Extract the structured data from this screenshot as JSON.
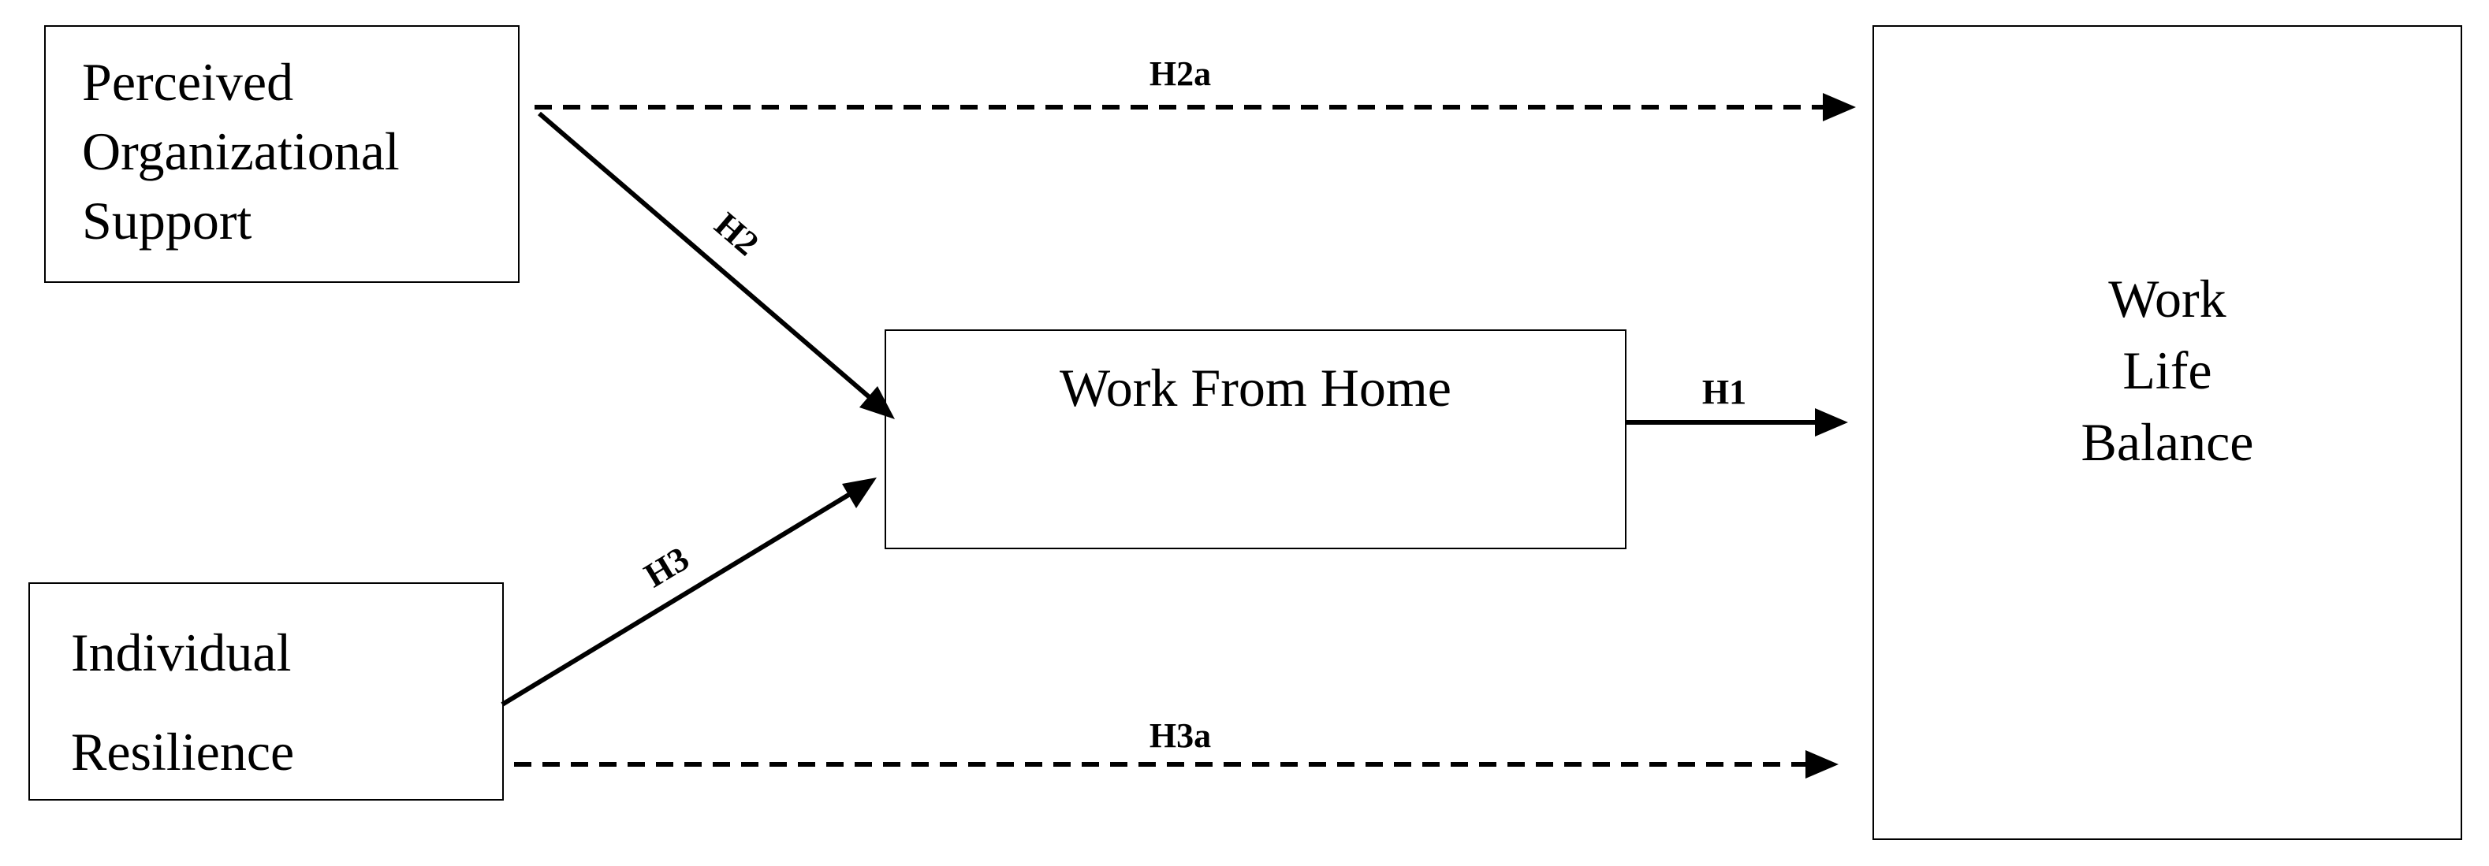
{
  "nodes": {
    "pos": {
      "lines": [
        "Perceived",
        "Organizational",
        "Support"
      ]
    },
    "ir": {
      "lines": [
        "Individual",
        "Resilience"
      ]
    },
    "wfh": {
      "lines": [
        "Work From Home"
      ]
    },
    "wlb": {
      "lines": [
        "Work",
        "Life",
        "Balance"
      ]
    }
  },
  "edges": {
    "h2a": {
      "label": "H2a",
      "style": "dashed"
    },
    "h2": {
      "label": "H2",
      "style": "solid"
    },
    "h1": {
      "label": "H1",
      "style": "solid"
    },
    "h3": {
      "label": "H3",
      "style": "solid"
    },
    "h3a": {
      "label": "H3a",
      "style": "dashed"
    }
  }
}
